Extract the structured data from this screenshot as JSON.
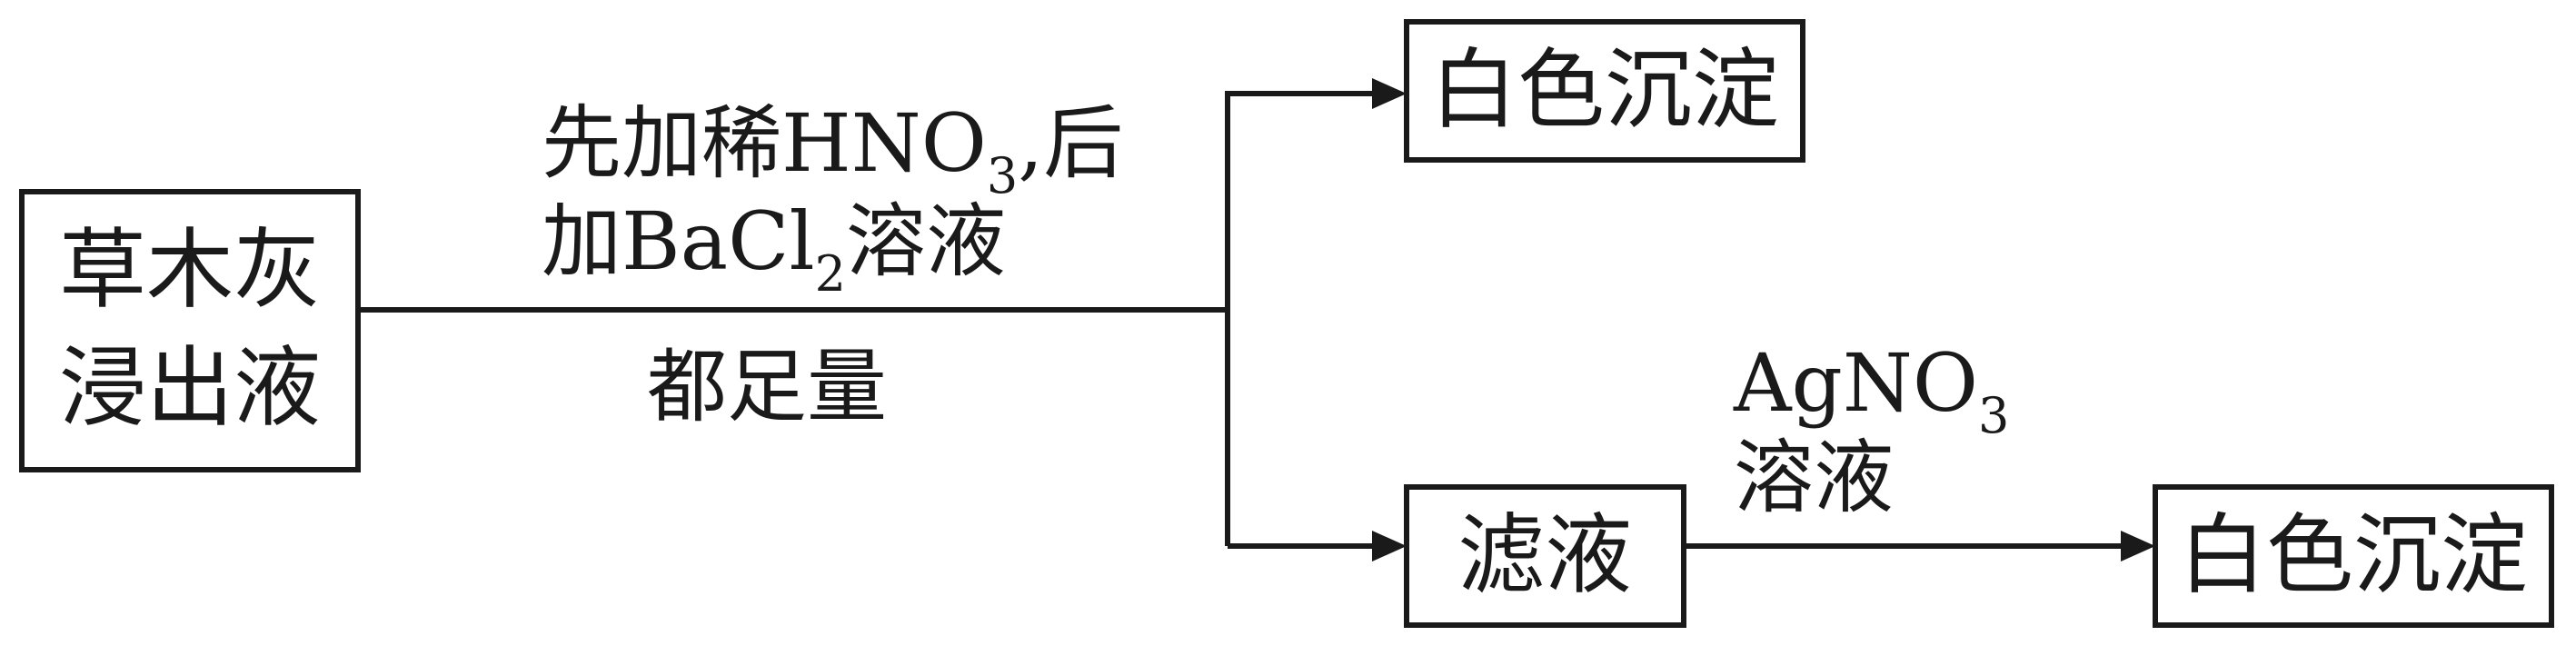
{
  "nodes": {
    "source": {
      "line1": "草木灰",
      "line2": "浸出液"
    },
    "precipitate_top": {
      "label": "白色沉淀"
    },
    "filtrate": {
      "label": "滤液"
    },
    "precipitate_bottom": {
      "label": "白色沉淀"
    }
  },
  "reagent_step1": {
    "line1_prefix": "先加稀HNO",
    "line1_sub": "3",
    "line1_suffix": ",后",
    "line2_prefix": "加BaCl",
    "line2_sub": "2",
    "line2_suffix": "溶液",
    "line3": "都足量"
  },
  "reagent_step2": {
    "line1_prefix": "AgNO",
    "line1_sub": "3",
    "line2": "溶液"
  }
}
